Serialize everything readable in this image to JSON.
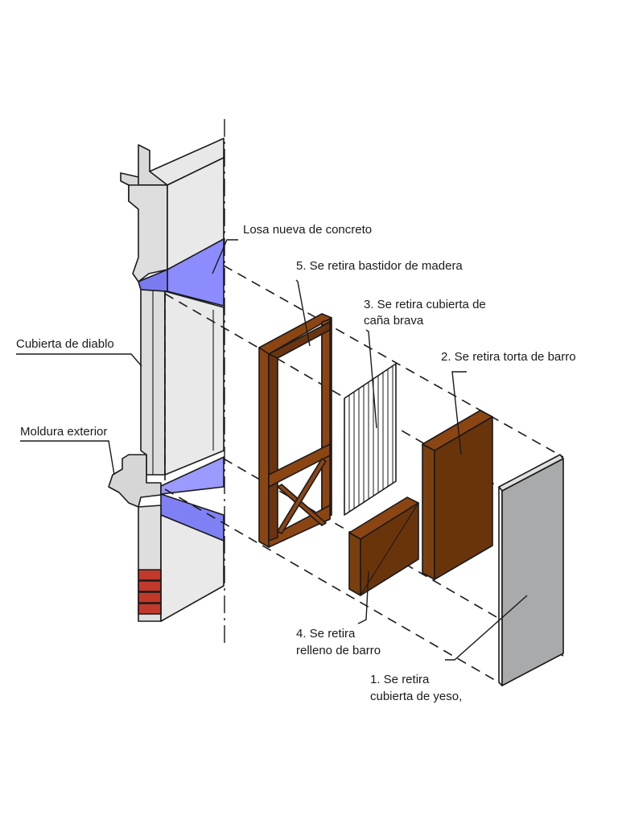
{
  "labels": {
    "slab": "Losa nueva de concreto",
    "step5": "5. Se retira bastidor de madera",
    "step3_line1": "3. Se retira cubierta de",
    "step3_line2": "caña brava",
    "step2": "2. Se retira torta de barro",
    "devil_cover": "Cubierta de diablo",
    "exterior_molding": "Moldura exterior",
    "step4_line1": "4. Se retira",
    "step4_line2": "relleno de barro",
    "step1_line1": "1. Se retira",
    "step1_line2": "cubierta de yeso,"
  },
  "colors": {
    "wall_light": "#e6e6e6",
    "wall_mid": "#d2d2d2",
    "slab": "#8c8cff",
    "wood": "#8b4513",
    "wood_dark": "#5e2c0a",
    "mud": "#7a3f0f",
    "plaster": "#a8aaab",
    "brick": "#c0392b"
  }
}
